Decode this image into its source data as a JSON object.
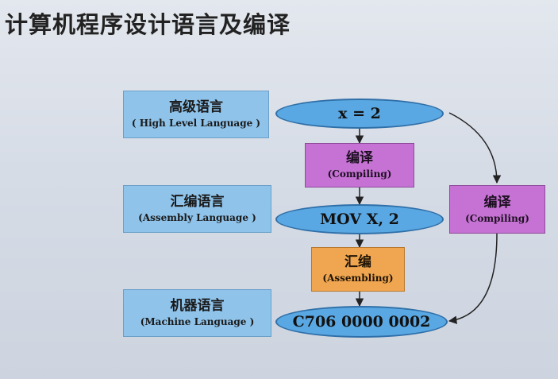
{
  "title": "计算机程序设计语言及编译",
  "levels": [
    {
      "cn": "高级语言",
      "en": "( High Level Language )"
    },
    {
      "cn": "汇编语言",
      "en": "(Assembly Language )"
    },
    {
      "cn": "机器语言",
      "en": "(Machine Language )"
    }
  ],
  "nodes": {
    "high": "x = 2",
    "assembly": "MOV X, 2",
    "machine": "C706 0000 0002"
  },
  "steps": {
    "compile_mid": {
      "cn": "编译",
      "en": "(Compiling)"
    },
    "assemble": {
      "cn": "汇编",
      "en": "(Assembling)"
    },
    "compile_side": {
      "cn": "编译",
      "en": "(Compiling)"
    }
  },
  "colors": {
    "label_bg": "#8fc3ea",
    "ellipse": "#5aa8e3",
    "compile": "#c672d4",
    "assemble": "#f0a650"
  }
}
